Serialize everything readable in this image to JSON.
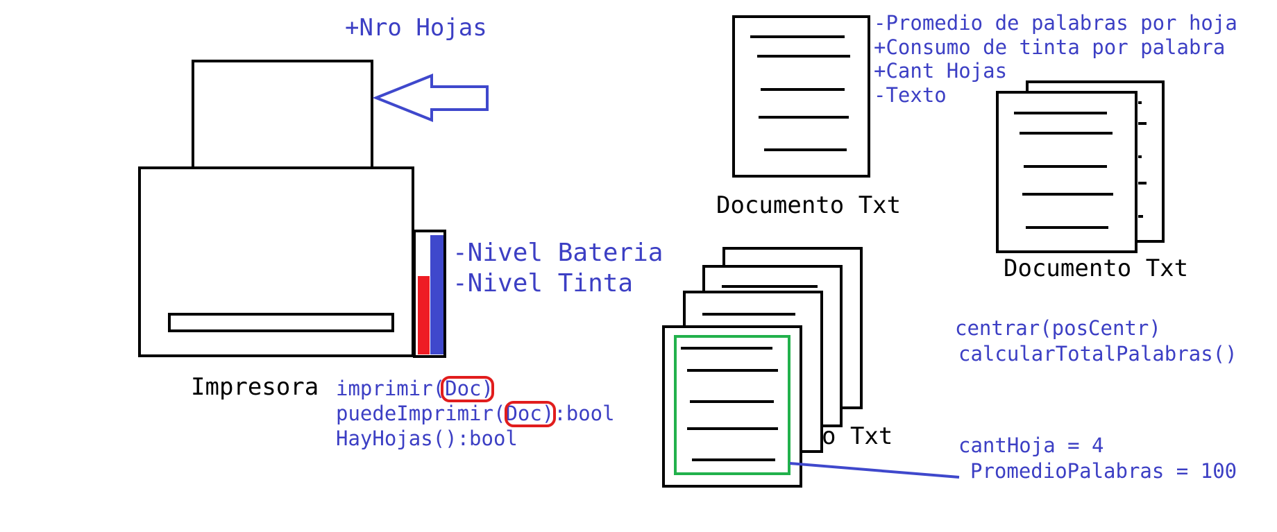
{
  "printer": {
    "label": "Impresora",
    "paper_label": "+Nro Hojas",
    "attributes": [
      "-Nivel Bateria",
      "-Nivel Tinta"
    ],
    "methods": {
      "imprimir": {
        "before": "imprimir(",
        "arg": "Doc",
        "after": ")"
      },
      "puede": {
        "before": "puedeImprimir(",
        "arg": "Doc",
        "after": "):bool"
      },
      "hay_hojas": "HayHojas():bool"
    }
  },
  "document_top": {
    "label": "Documento Txt",
    "attributes": [
      "-Promedio de palabras por hoja",
      "+Consumo de tinta por palabra",
      "+Cant Hojas",
      "-Texto"
    ]
  },
  "document_right": {
    "label": "Documento Txt",
    "methods": [
      "centrar(posCentr)",
      "calcularTotalPalabras()"
    ]
  },
  "document_stack": {
    "label_partial": "o Txt",
    "values": [
      "cantHoja = 4",
      "PromedioPalabras = 100"
    ]
  },
  "colors": {
    "blue_text": "#3c3fc4",
    "outline": "#000000",
    "ink_red": "#ee1c24",
    "battery_blue": "#3f48cc",
    "highlight_red": "#e11d1d",
    "green_frame": "#22b14c"
  }
}
